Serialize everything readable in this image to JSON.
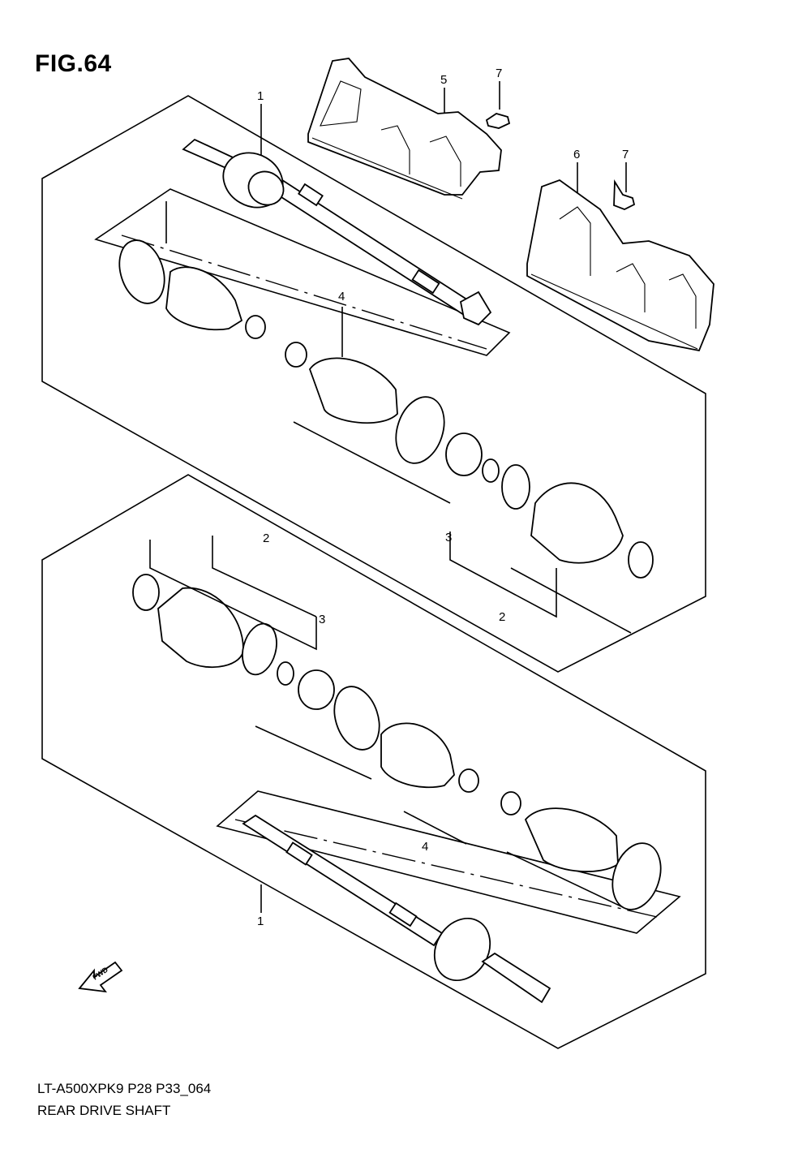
{
  "figure": {
    "title": "FIG.64"
  },
  "footer": {
    "code": "LT-A500XPK9 P28 P33_064",
    "caption": "REAR DRIVE SHAFT"
  },
  "fwd_label": "FWD",
  "callouts": {
    "top_shaft": "1",
    "top_boot_set": "4",
    "top_joint_set": "3",
    "top_joint_kit": "2",
    "guard_left": "5",
    "guard_right": "6",
    "bolt_a": "7",
    "bolt_b": "7",
    "bot_joint_kit_upper": "2",
    "bot_joint_set": "3",
    "bot_boot_set": "4",
    "bot_shaft": "1"
  }
}
